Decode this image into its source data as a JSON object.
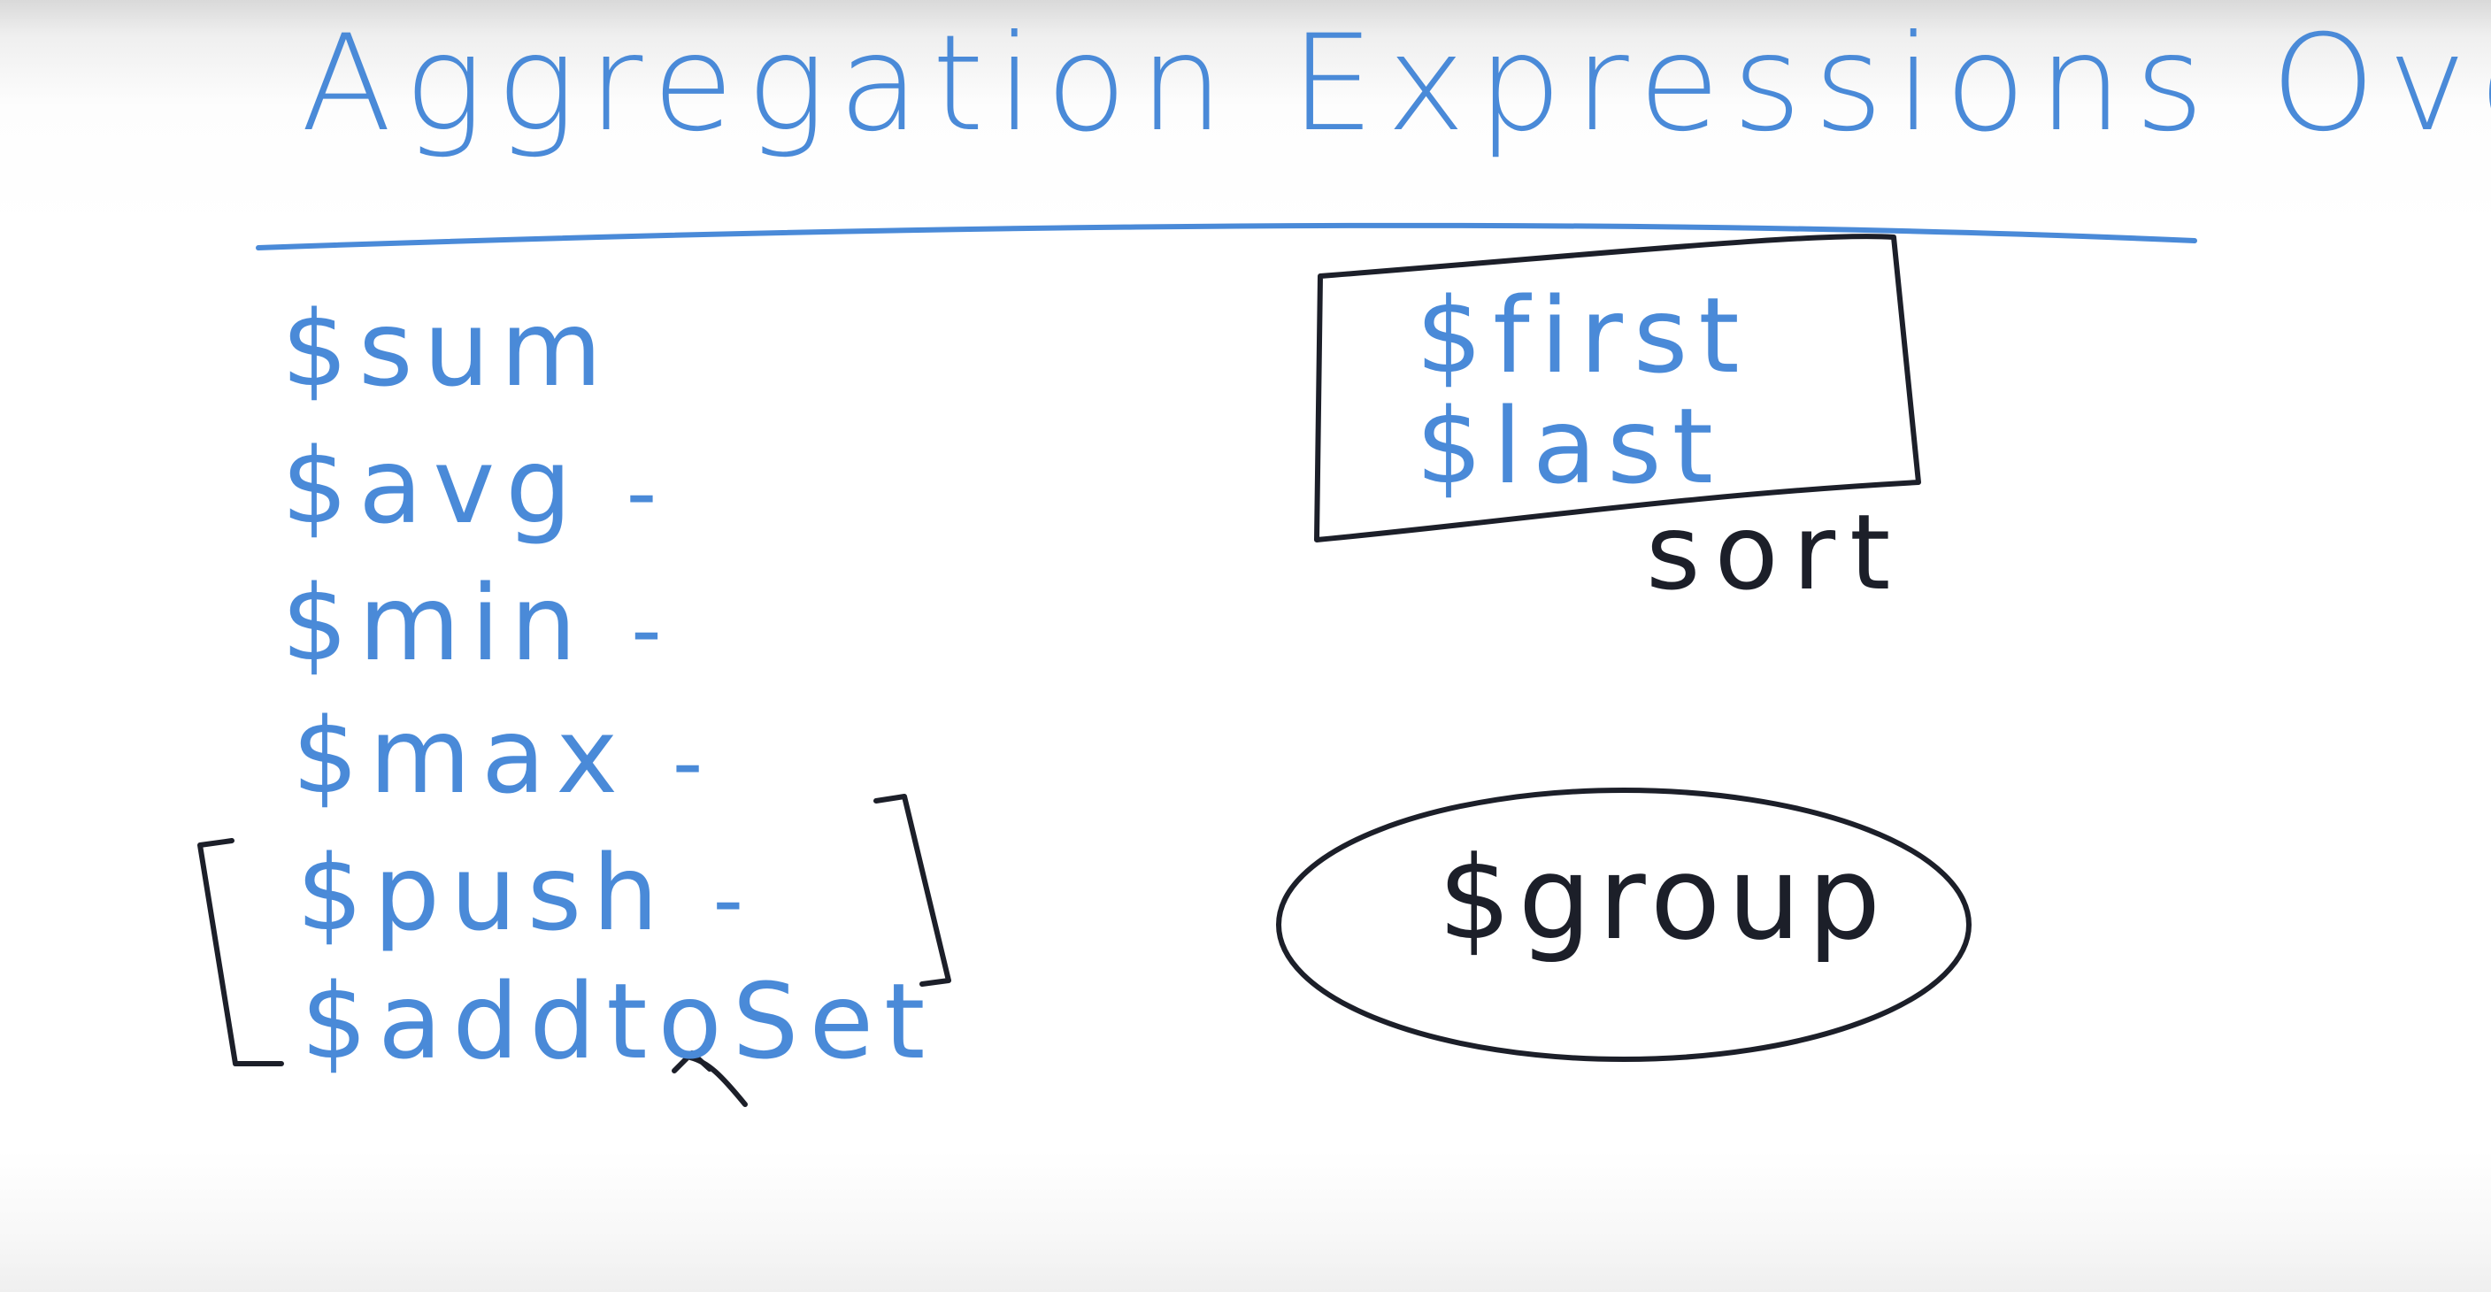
{
  "title": "Aggregation Expressions Overview",
  "left_expressions": [
    {
      "label": "$sum",
      "dash": ""
    },
    {
      "label": "$avg",
      "dash": "-"
    },
    {
      "label": "$min",
      "dash": "-"
    },
    {
      "label": "$max",
      "dash": "-"
    },
    {
      "label": "$push",
      "dash": "-"
    },
    {
      "label": "$addtoSet",
      "dash": ""
    }
  ],
  "boxed_expressions": [
    "$first",
    "$last"
  ],
  "boxed_note": "sort",
  "group_stage": "$group",
  "colors": {
    "blue_ink": "#4a8ad8",
    "dark_ink": "#1c1f29",
    "board": "#ffffff"
  }
}
